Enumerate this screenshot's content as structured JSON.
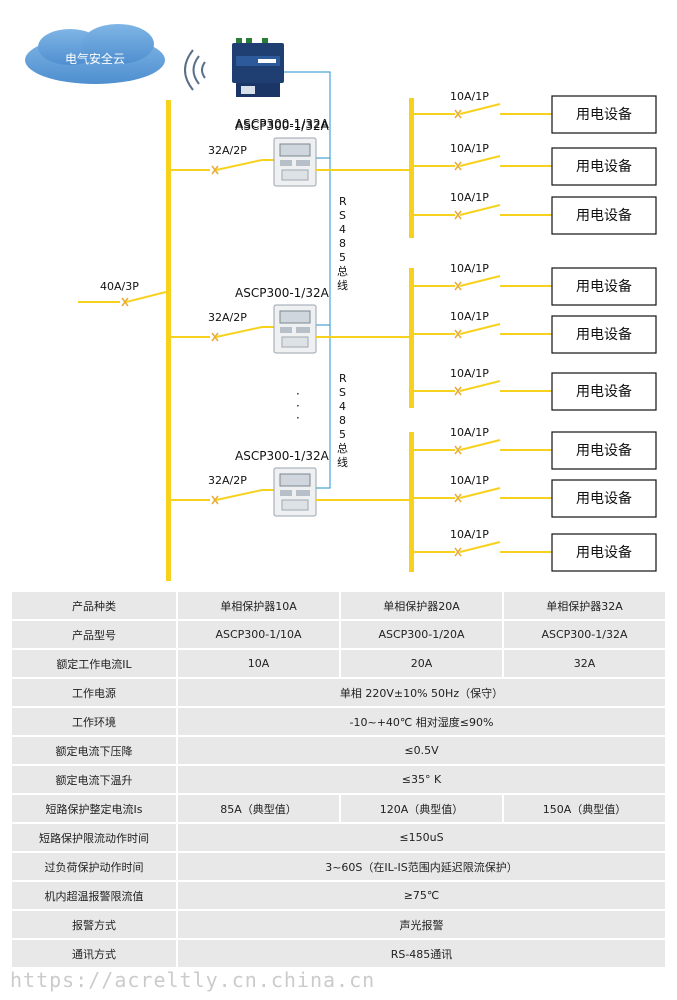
{
  "cloud": {
    "label": "电气安全云"
  },
  "gateway": {
    "model": "ASCP300-1/32A"
  },
  "main_breaker": {
    "label": "40A/3P"
  },
  "protectors": [
    {
      "model": "ASCP300-1/32A",
      "breaker": "32A/2P"
    },
    {
      "model": "ASCP300-1/32A",
      "breaker": "32A/2P"
    },
    {
      "model": "ASCP300-1/32A",
      "breaker": "32A/2P"
    }
  ],
  "bus": {
    "label_1": "RS485总线",
    "label_2": "RS485总线"
  },
  "ellipsis": "· · ·",
  "branches": {
    "breaker_label": "10A/1P",
    "device_label": "用电设备"
  },
  "spec_table": {
    "rows": [
      {
        "label": "产品种类",
        "cells": [
          "单相保护器10A",
          "单相保护器20A",
          "单相保护器32A"
        ]
      },
      {
        "label": "产品型号",
        "cells": [
          "ASCP300-1/10A",
          "ASCP300-1/20A",
          "ASCP300-1/32A"
        ]
      },
      {
        "label": "额定工作电流IL",
        "cells": [
          "10A",
          "20A",
          "32A"
        ]
      },
      {
        "label": "工作电源",
        "cells": [
          "单相 220V±10% 50Hz（保守）"
        ]
      },
      {
        "label": "工作环境",
        "cells": [
          "-10~+40℃ 相对湿度≤90%"
        ]
      },
      {
        "label": "额定电流下压降",
        "cells": [
          "≤0.5V"
        ]
      },
      {
        "label": "额定电流下温升",
        "cells": [
          "≤35° K"
        ]
      },
      {
        "label": "短路保护整定电流Is",
        "cells": [
          "85A（典型值）",
          "120A（典型值）",
          "150A（典型值）"
        ]
      },
      {
        "label": "短路保护限流动作时间",
        "cells": [
          "≤150uS"
        ]
      },
      {
        "label": "过负荷保护动作时间",
        "cells": [
          "3~60S（在IL-IS范围内延迟限流保护）"
        ]
      },
      {
        "label": "机内超温报警限流值",
        "cells": [
          "≥75℃"
        ]
      },
      {
        "label": "报警方式",
        "cells": [
          "声光报警"
        ]
      },
      {
        "label": "通讯方式",
        "cells": [
          "RS-485通讯"
        ]
      }
    ]
  },
  "watermark": "https://acreltly.cn.china.cn",
  "colors": {
    "busbar": "#f6d21e",
    "cloud": "#5b9bd5",
    "rs485_line": "#4aa3d8",
    "breaker_x": "#e9a93b"
  }
}
